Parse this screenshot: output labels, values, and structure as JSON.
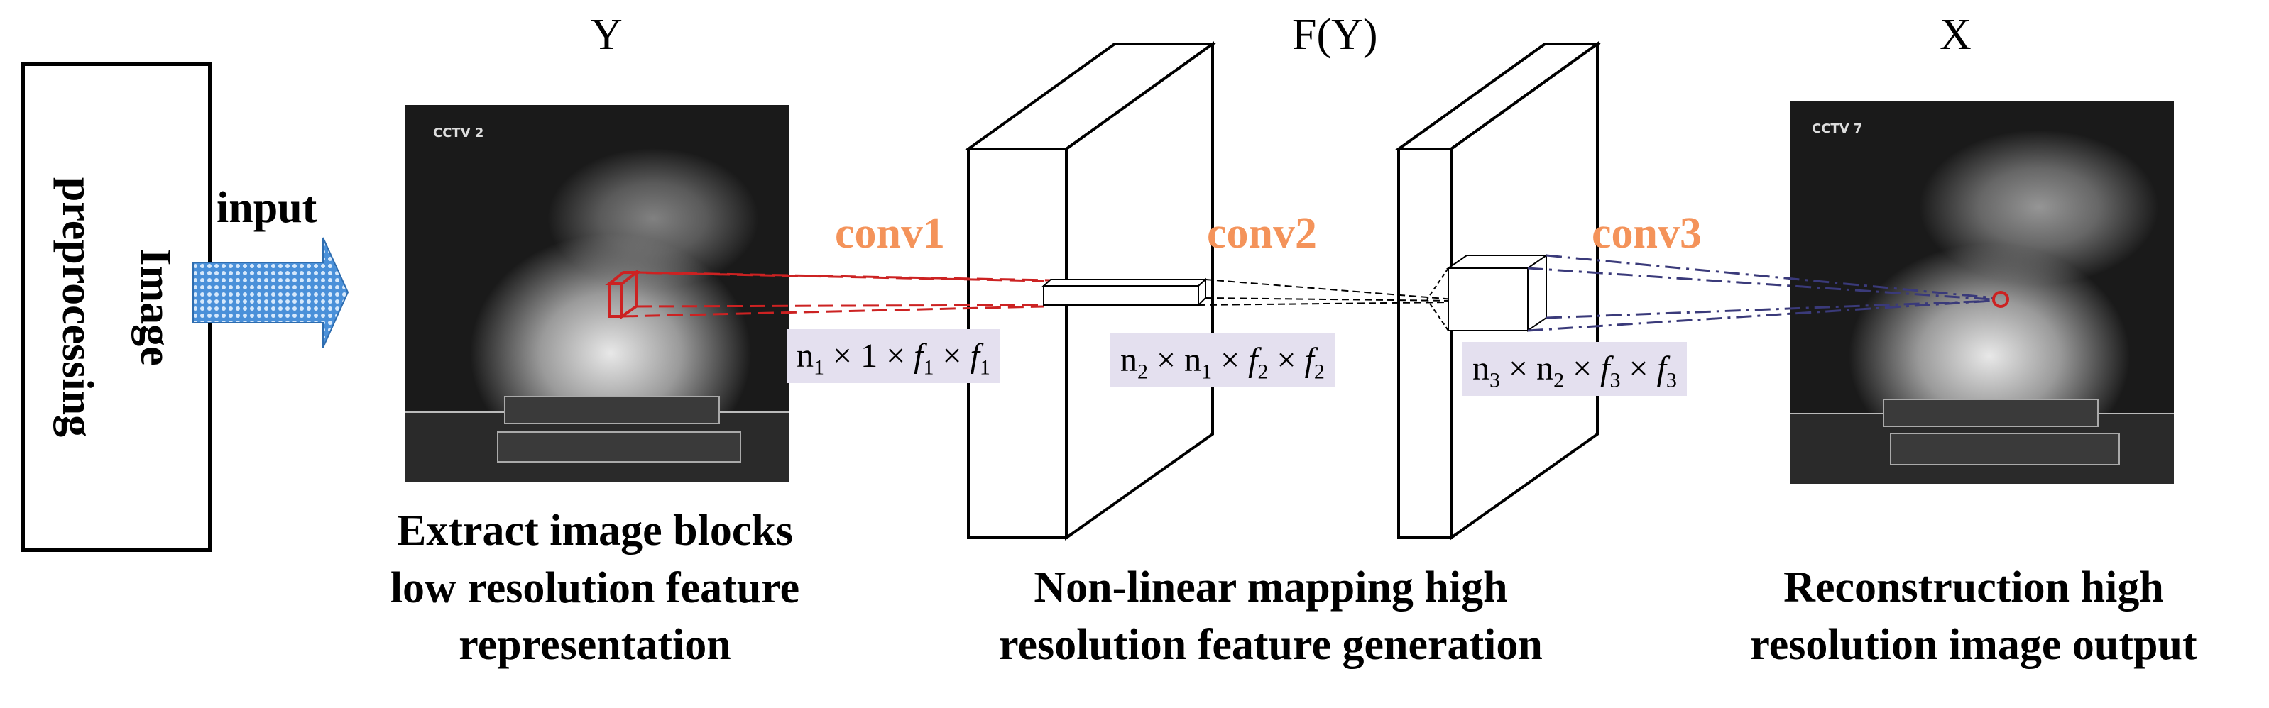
{
  "preprocess": {
    "label": "Image\npreprocessing"
  },
  "input": {
    "label": "input"
  },
  "symbols": {
    "y": "Y",
    "fy": "F(Y)",
    "x": "X"
  },
  "layers": [
    {
      "name": "conv1",
      "formula": {
        "a": "n",
        "a_sub": "1",
        "b": "1",
        "c": "f",
        "c_sub": "1",
        "d": "f",
        "d_sub": "1"
      }
    },
    {
      "name": "conv2",
      "formula": {
        "a": "n",
        "a_sub": "2",
        "b": "n",
        "b_sub": "1",
        "c": "f",
        "c_sub": "2",
        "d": "f",
        "d_sub": "2"
      }
    },
    {
      "name": "conv3",
      "formula": {
        "a": "n",
        "a_sub": "3",
        "b": "n",
        "b_sub": "2",
        "c": "f",
        "c_sub": "3",
        "d": "f",
        "d_sub": "3"
      }
    }
  ],
  "captions": {
    "extract": [
      "Extract image blocks",
      "low resolution feature",
      "representation"
    ],
    "nonlinear": [
      "Non-linear mapping high",
      "resolution feature generation"
    ],
    "reconstruction": [
      "Reconstruction high",
      "resolution image output"
    ]
  },
  "images": {
    "input_logo": "CCTV 2",
    "output_logo": "CCTV 7"
  },
  "colors": {
    "conv_label": "#f4935a",
    "formula_bg": "#e4e0ef",
    "conv1_lines": "#cc2222",
    "conv3_lines": "#3a3a7a",
    "arrow_fill": "#4a90d9"
  }
}
